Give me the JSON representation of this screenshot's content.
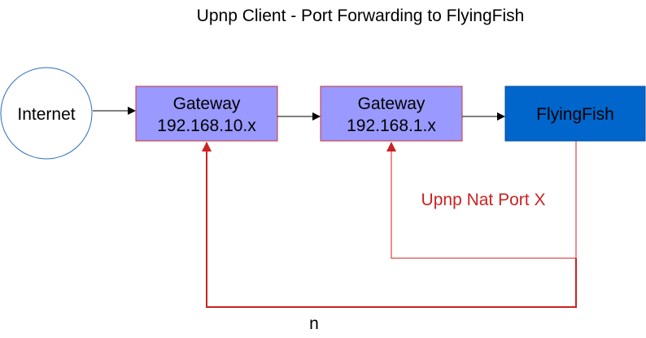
{
  "title": "Upnp Client - Port Forwarding to FlyingFish",
  "nodes": {
    "internet": {
      "label": "Internet",
      "fill": "#ffffff",
      "stroke": "#2a6ebb",
      "text_color": "#000000"
    },
    "gateway1": {
      "line1": "Gateway",
      "line2": "192.168.10.x",
      "fill": "#9999ff",
      "stroke": "#cc3333",
      "text_color": "#000000"
    },
    "gateway2": {
      "line1": "Gateway",
      "line2": "192.168.1.x",
      "fill": "#9999ff",
      "stroke": "#cc3333",
      "text_color": "#000000"
    },
    "flyingfish": {
      "label": "FlyingFish",
      "fill": "#0066cc",
      "stroke": "#004c99",
      "text_color": "#000000"
    }
  },
  "connections": {
    "flow_color": "#000000",
    "upnp_color": "#cc2222",
    "upnp_label": "Upnp Nat Port X",
    "outer_label": "n"
  }
}
